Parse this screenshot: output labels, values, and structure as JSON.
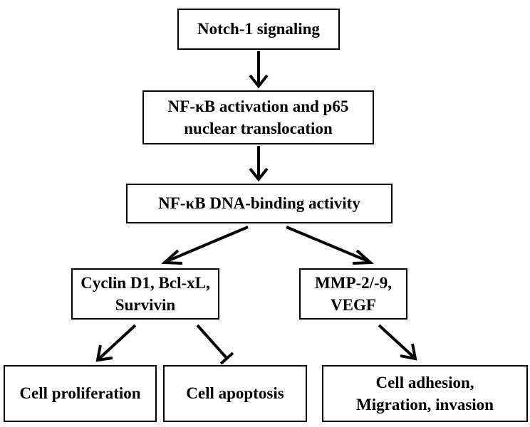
{
  "nodes": {
    "notch": {
      "lines": [
        "Notch-1 signaling"
      ]
    },
    "nfkb_activation": {
      "lines": [
        "NF-κB activation and p65",
        "nuclear translocation"
      ]
    },
    "nfkb_dna": {
      "lines": [
        "NF-κB DNA-binding activity"
      ]
    },
    "cyclin": {
      "lines": [
        "Cyclin D1, Bcl-xL,",
        "Survivin"
      ]
    },
    "mmp": {
      "lines": [
        "MMP-2/-9,",
        "VEGF"
      ]
    },
    "proliferation": {
      "lines": [
        "Cell proliferation"
      ]
    },
    "apoptosis": {
      "lines": [
        "Cell apoptosis"
      ]
    },
    "adhesion": {
      "lines": [
        "Cell adhesion,",
        "Migration, invasion"
      ]
    }
  },
  "edges": [
    {
      "from": "notch",
      "to": "nfkb_activation",
      "type": "activation"
    },
    {
      "from": "nfkb_activation",
      "to": "nfkb_dna",
      "type": "activation"
    },
    {
      "from": "nfkb_dna",
      "to": "cyclin",
      "type": "activation"
    },
    {
      "from": "nfkb_dna",
      "to": "mmp",
      "type": "activation"
    },
    {
      "from": "cyclin",
      "to": "proliferation",
      "type": "activation"
    },
    {
      "from": "cyclin",
      "to": "apoptosis",
      "type": "inhibition"
    },
    {
      "from": "mmp",
      "to": "adhesion",
      "type": "activation"
    }
  ]
}
